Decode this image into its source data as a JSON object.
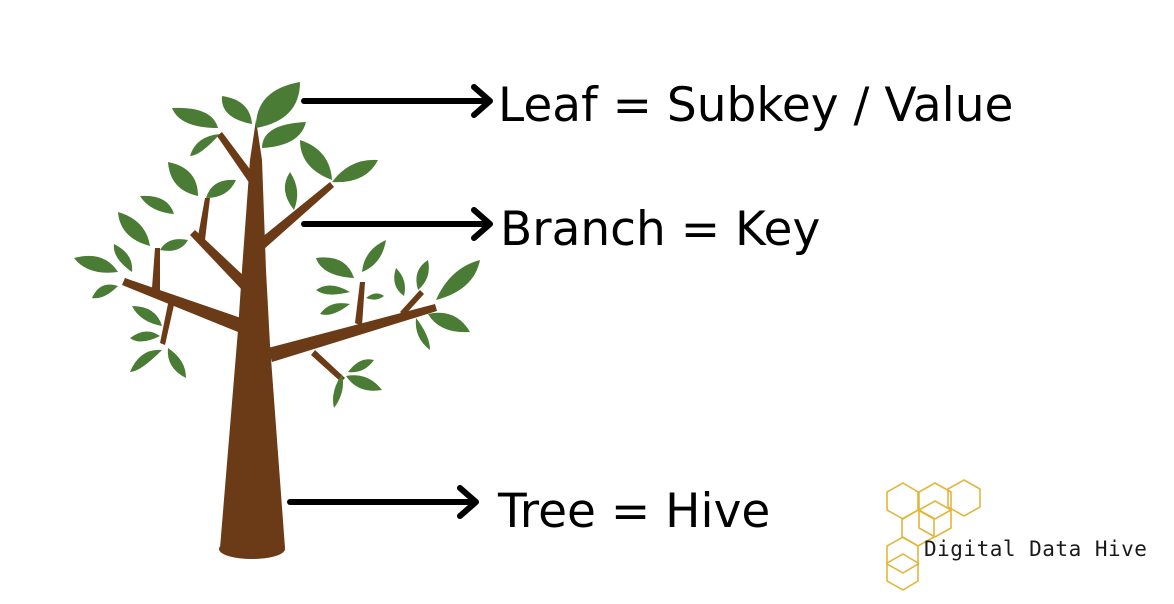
{
  "labels": {
    "leaf": "Leaf = Subkey / Value",
    "branch": "Branch = Key",
    "tree": "Tree = Hive"
  },
  "brand": {
    "name": "Digital Data Hive",
    "honeycomb_color": "#e3b53b"
  },
  "colors": {
    "trunk": "#6b3a16",
    "leaves": "#4b7c35",
    "arrows": "#000000",
    "text": "#000000"
  },
  "icons": {
    "tree": "tree-icon",
    "arrows": "arrow-right-icon",
    "logo": "honeycomb-icon"
  }
}
